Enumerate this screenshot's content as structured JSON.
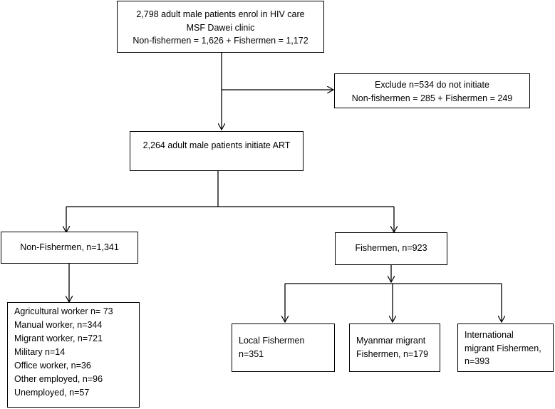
{
  "enrol": {
    "lines": [
      "2,798 adult male patients enrol in HIV care",
      "MSF Dawei clinic",
      "Non-fishermen = 1,626 + Fishermen = 1,172"
    ]
  },
  "exclude": {
    "lines": [
      "Exclude n=534 do not initiate",
      "Non-fishermen = 285 + Fishermen = 249"
    ]
  },
  "initiate": {
    "text": "2,264 adult male patients initiate ART"
  },
  "non_fishermen": {
    "title": "Non-Fishermen, n=1,341",
    "occupations": [
      "Agricultural worker n= 73",
      "Manual worker, n=344",
      "Migrant worker, n=721",
      "Military n=14",
      "Office worker, n=36",
      "Other employed, n=96",
      "Unemployed, n=57"
    ]
  },
  "fishermen": {
    "title": "Fishermen, n=923",
    "local": [
      "Local Fishermen",
      "n=351"
    ],
    "myanmar_migrant": [
      "Myanmar migrant",
      "Fishermen, n=179"
    ],
    "international_migrant": [
      "International",
      "migrant Fishermen,",
      "n=393"
    ]
  }
}
